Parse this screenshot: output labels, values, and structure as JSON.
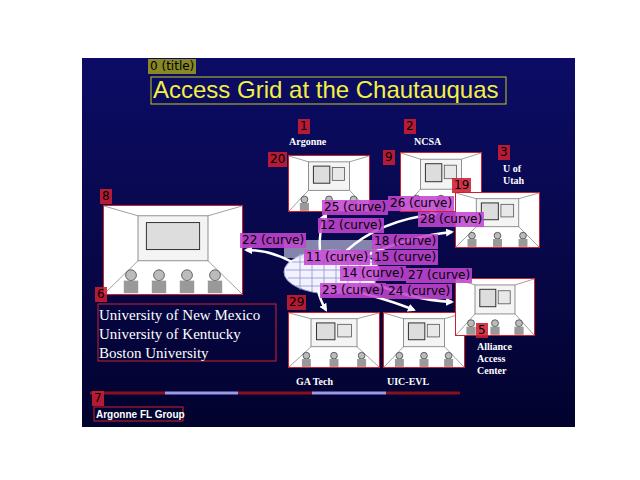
{
  "diagram": {
    "title": "Access Grid at the Chautauquas",
    "nodes": [
      {
        "text": [
          "Argonne"
        ]
      },
      {
        "text": [
          "NCSA"
        ]
      },
      {
        "text": [
          "U of Utah"
        ]
      },
      {
        "text": [
          "University of New Mexico",
          "University of Kentucky",
          "Boston University"
        ]
      },
      {
        "text": [
          "GA Tech"
        ]
      },
      {
        "text": [
          "UIC-EVL"
        ]
      },
      {
        "text": [
          "Alliance Access Center"
        ]
      }
    ],
    "labels": [
      "Argonne FL Group",
      "0 (title)",
      "1",
      "2",
      "3",
      "5",
      "6",
      "7",
      "8",
      "9",
      "19",
      "20",
      "29",
      "25 (curve)",
      "26 (curve)",
      "28 (curve)",
      "12 (curve)",
      "22 (curve)",
      "18 (curve)",
      "11 (curve)",
      "15 (curve)",
      "14 (curve)",
      "27 (curve)",
      "23 (curve)",
      "24 (curve)"
    ]
  }
}
